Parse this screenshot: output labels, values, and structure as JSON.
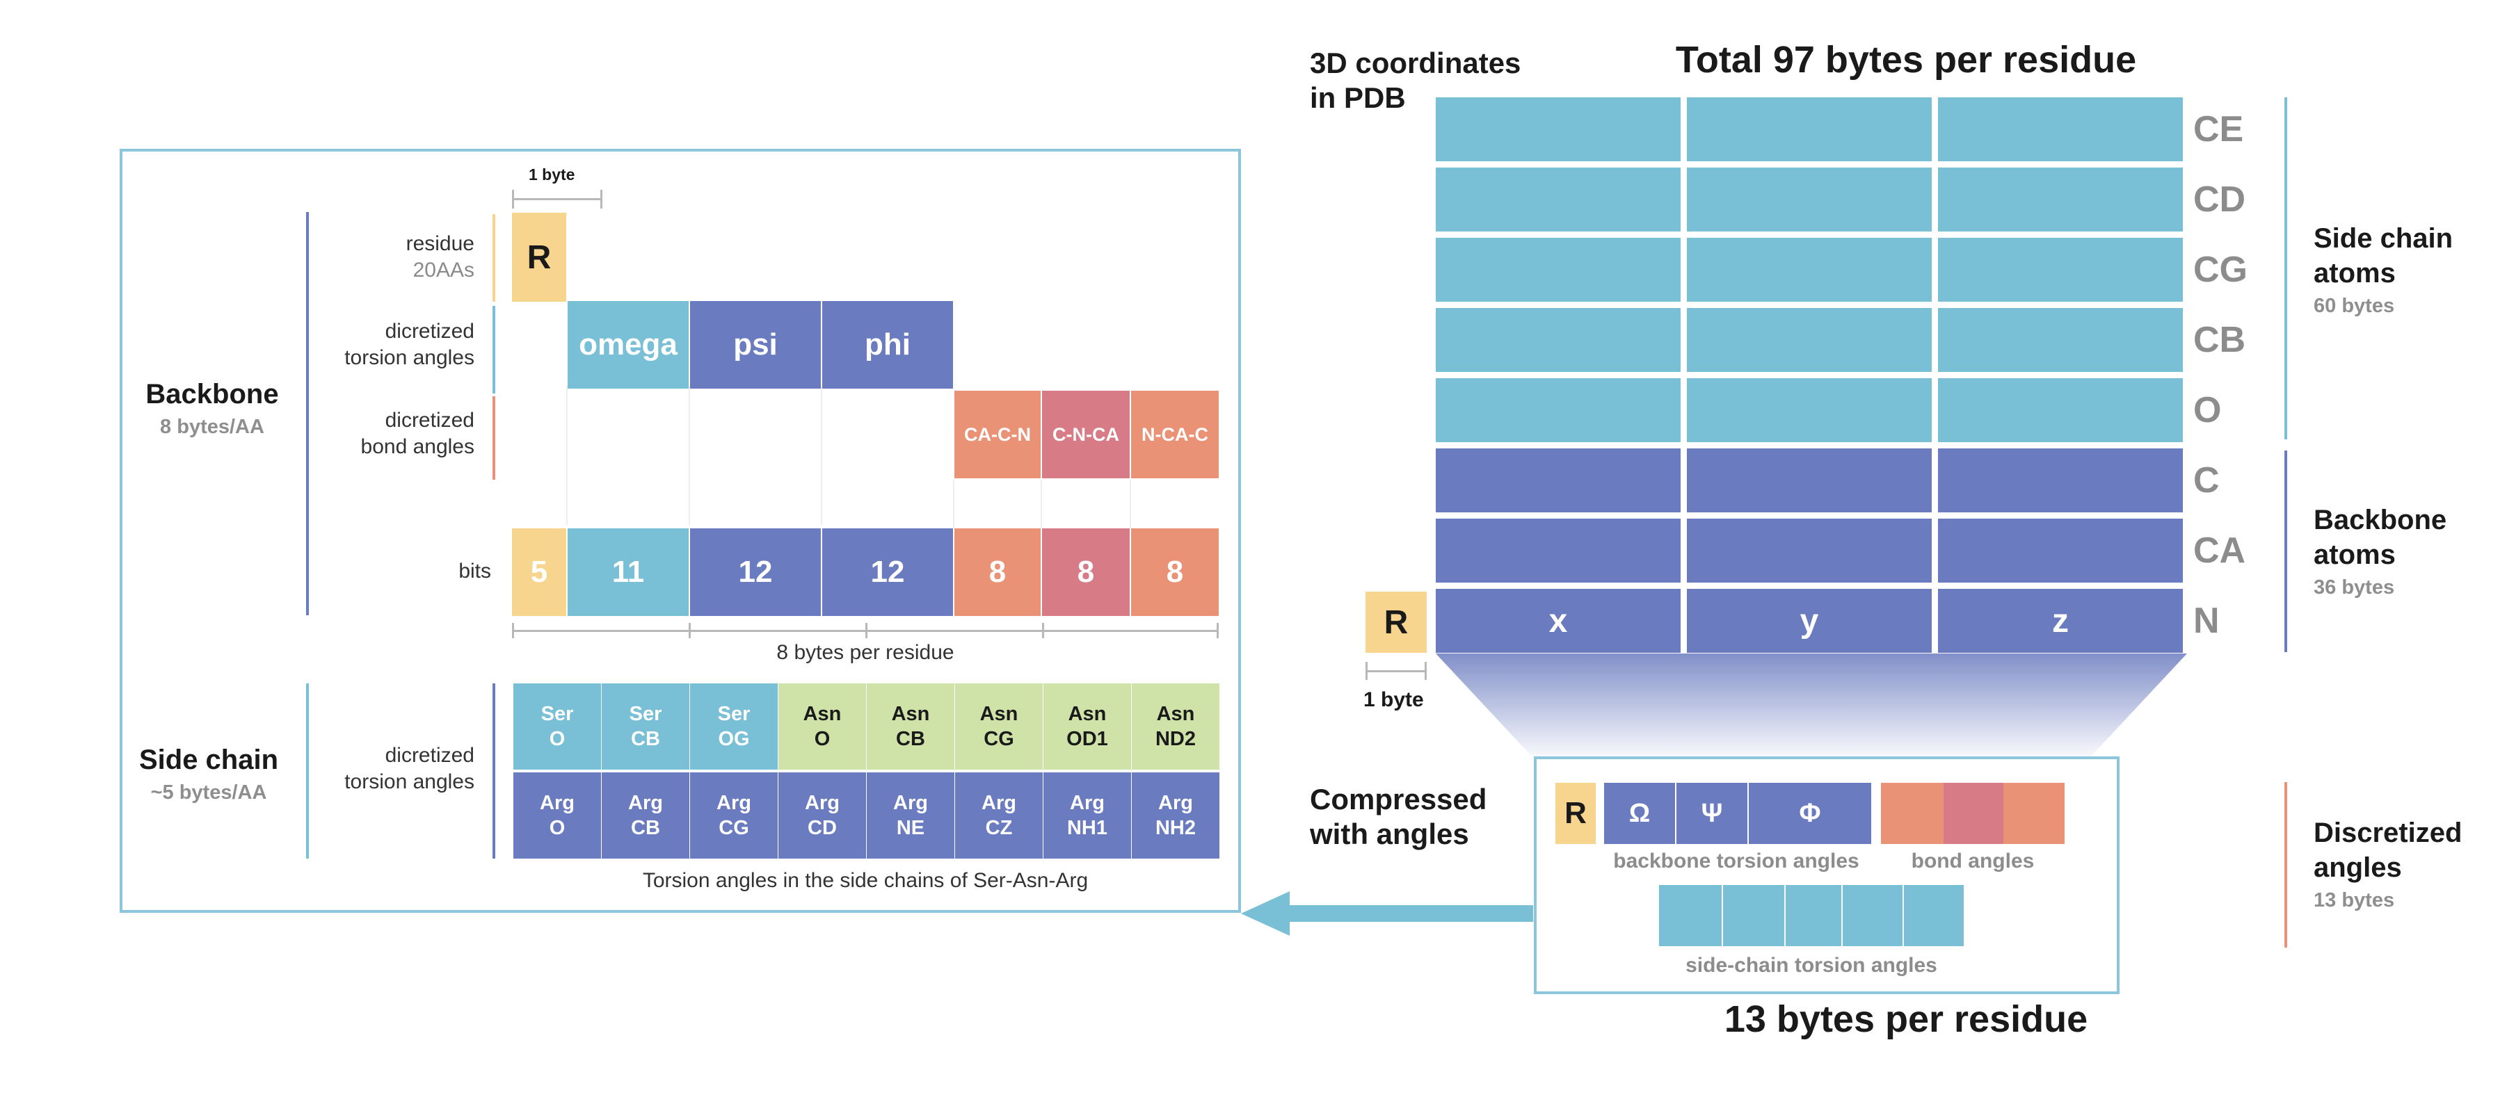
{
  "right_panel": {
    "title": "Total 97 bytes per residue",
    "coords_label": [
      "3D coordinates",
      "in PDB"
    ],
    "atoms": [
      "CE",
      "CD",
      "CG",
      "CB",
      "O",
      "C",
      "CA",
      "N"
    ],
    "axes": [
      "x",
      "y",
      "z"
    ],
    "residue_letter": "R",
    "byte_scale": "1 byte",
    "side_chain_atoms": {
      "title": [
        "Side chain",
        "atoms"
      ],
      "size": "60 bytes"
    },
    "backbone_atoms": {
      "title": [
        "Backbone",
        "atoms"
      ],
      "size": "36 bytes"
    },
    "discretized_angles": {
      "title": [
        "Discretized",
        "angles"
      ],
      "size": "13 bytes"
    },
    "compressed_label": [
      "Compressed",
      "with angles"
    ],
    "compressed_box": {
      "residue_letter": "R",
      "torsion_symbols": [
        "Ω",
        "Ψ",
        "Φ"
      ],
      "backbone_torsion_label": "backbone torsion angles",
      "bond_angles_label": "bond angles",
      "side_chain_label": "side-chain torsion angles"
    },
    "footer": "13 bytes per residue"
  },
  "left_panel": {
    "byte_scale": "1 byte",
    "backbone": {
      "title": "Backbone",
      "size": "8 bytes/AA"
    },
    "side_chain": {
      "title": "Side chain",
      "size": "~5 bytes/AA"
    },
    "row_labels": {
      "residue": [
        "residue",
        "20AAs"
      ],
      "torsion": [
        "dicretized",
        "torsion angles"
      ],
      "bond": [
        "dicretized",
        "bond angles"
      ],
      "bits": "bits",
      "side_torsion": [
        "dicretized",
        "torsion angles"
      ]
    },
    "residue_letter": "R",
    "torsion_cells": [
      "omega",
      "psi",
      "phi"
    ],
    "bond_cells": [
      "CA-C-N",
      "C-N-CA",
      "N-CA-C"
    ],
    "bits": [
      "5",
      "11",
      "12",
      "12",
      "8",
      "8",
      "8"
    ],
    "bytes_per_residue": "8 bytes per residue",
    "side_chain_row1": [
      [
        "Ser",
        "O"
      ],
      [
        "Ser",
        "CB"
      ],
      [
        "Ser",
        "OG"
      ],
      [
        "Asn",
        "O"
      ],
      [
        "Asn",
        "CB"
      ],
      [
        "Asn",
        "CG"
      ],
      [
        "Asn",
        "OD1"
      ],
      [
        "Asn",
        "ND2"
      ]
    ],
    "side_chain_row2": [
      [
        "Arg",
        "O"
      ],
      [
        "Arg",
        "CB"
      ],
      [
        "Arg",
        "CG"
      ],
      [
        "Arg",
        "CD"
      ],
      [
        "Arg",
        "NE"
      ],
      [
        "Arg",
        "CZ"
      ],
      [
        "Arg",
        "NH1"
      ],
      [
        "Arg",
        "NH2"
      ]
    ],
    "caption": "Torsion angles in the side chains of Ser-Asn-Arg"
  },
  "colors": {
    "yellow": "#f7d58e",
    "light_blue": "#79bfd6",
    "dark_blue": "#6a7cbf",
    "salmon": "#ea9276",
    "rose": "#d77b86",
    "green": "#cfe2a8",
    "frame": "#8cc6dd"
  }
}
